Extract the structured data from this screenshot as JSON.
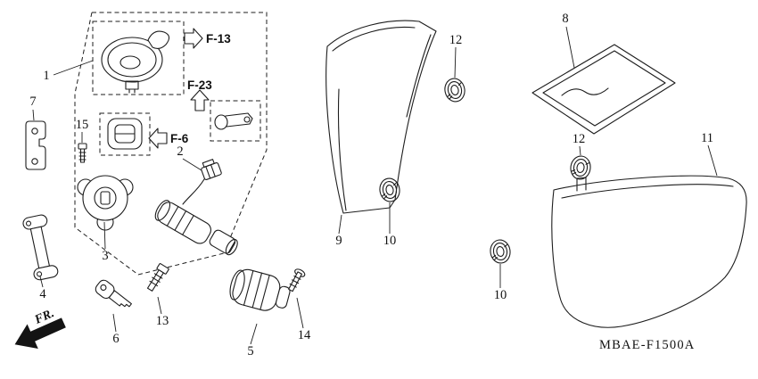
{
  "diagram": {
    "code": "MBAE-F1500A",
    "front_indicator": "FR.",
    "references": {
      "f13": "F-13",
      "f23": "F-23",
      "f6": "F-6"
    },
    "callouts": {
      "c1": "1",
      "c2": "2",
      "c3": "3",
      "c4": "4",
      "c5": "5",
      "c6": "6",
      "c7": "7",
      "c8": "8",
      "c9": "9",
      "c10a": "10",
      "c10b": "10",
      "c11": "11",
      "c12a": "12",
      "c12b": "12",
      "c13": "13",
      "c14": "14",
      "c15": "15"
    }
  }
}
